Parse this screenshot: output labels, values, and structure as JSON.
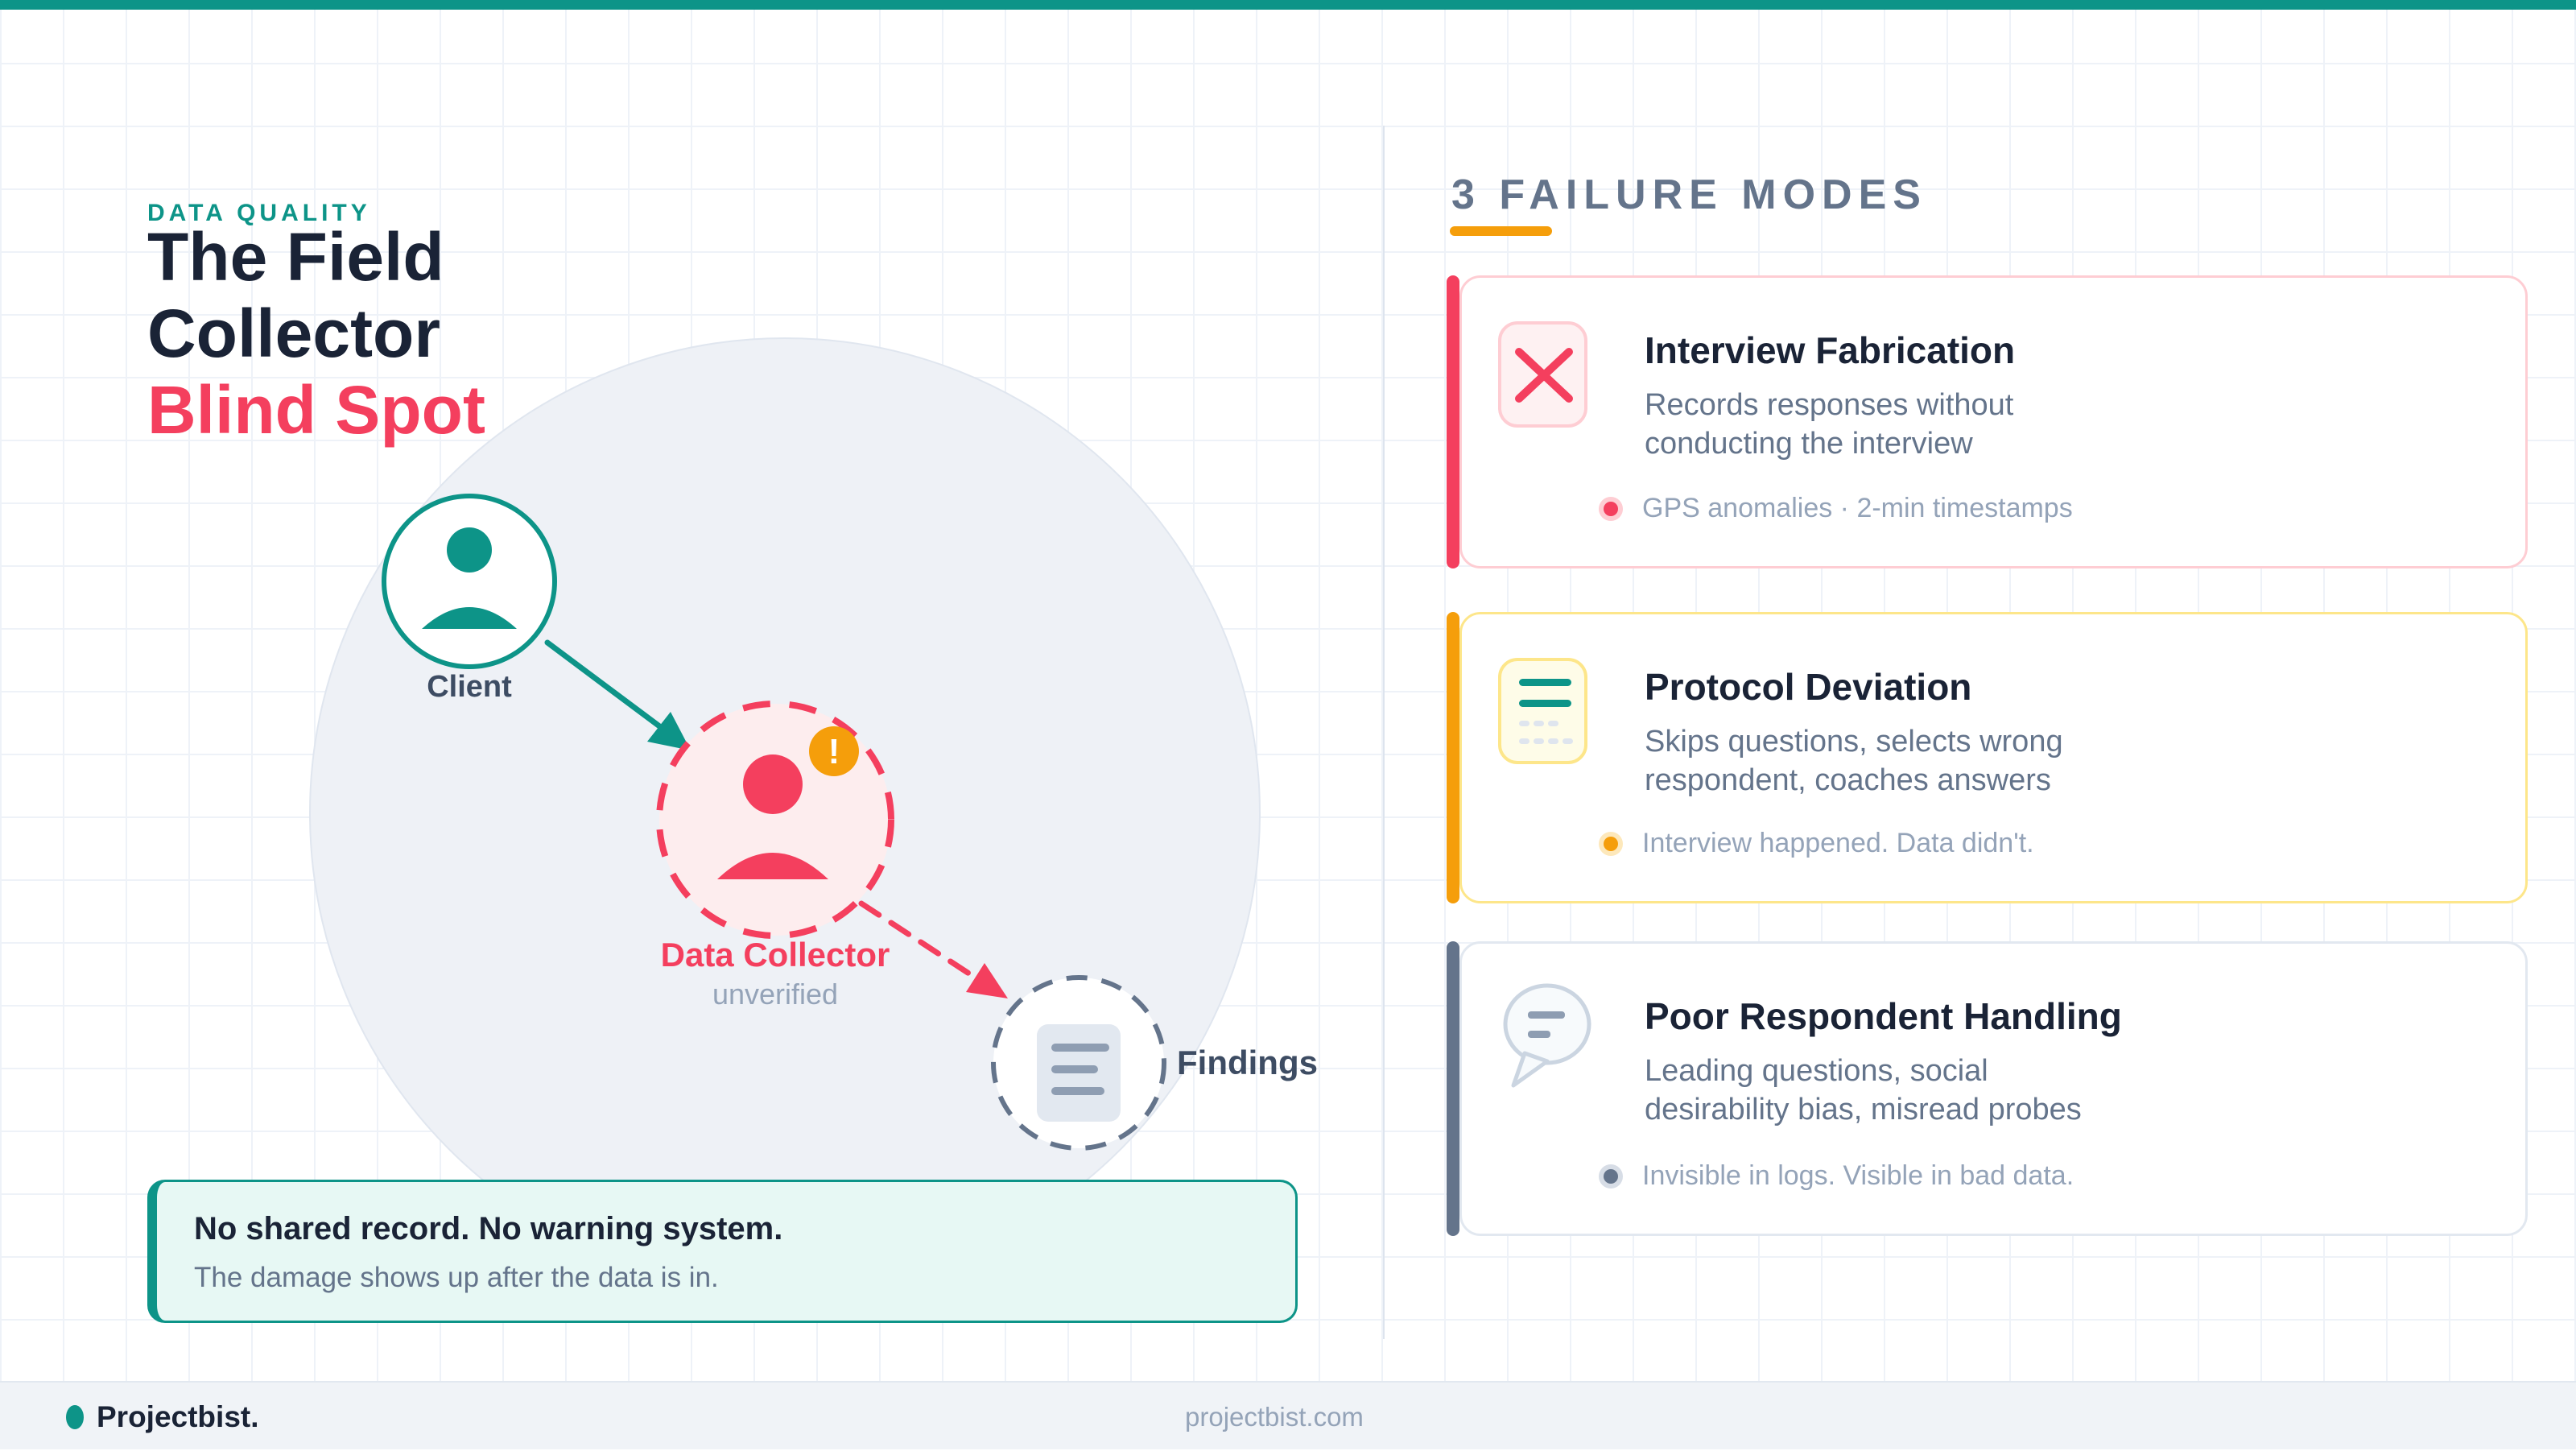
{
  "header": {
    "eyebrow": "DATA QUALITY",
    "title_line1": "The Field",
    "title_line2": "Collector",
    "title_line3": "Blind Spot"
  },
  "diagram": {
    "client": {
      "label": "Client"
    },
    "collector": {
      "label": "Data Collector",
      "sublabel": "unverified",
      "badge": "!"
    },
    "findings": {
      "label": "Findings"
    }
  },
  "callout": {
    "title": "No shared record. No warning system.",
    "subtitle": "The damage shows up after the data is in."
  },
  "failure_modes": {
    "heading": "3 FAILURE MODES",
    "cards": [
      {
        "title": "Interview Fabrication",
        "desc_line1": "Records responses without",
        "desc_line2": "conducting the interview",
        "note": "GPS anomalies · 2-min timestamps",
        "accent_color": "#f43f5e",
        "icon": "x-icon"
      },
      {
        "title": "Protocol Deviation",
        "desc_line1": "Skips questions, selects wrong",
        "desc_line2": "respondent, coaches answers",
        "note": "Interview happened. Data didn't.",
        "accent_color": "#f59e0b",
        "icon": "checklist-icon"
      },
      {
        "title": "Poor Respondent Handling",
        "desc_line1": "Leading questions, social",
        "desc_line2": "desirability bias, misread probes",
        "note": "Invisible in logs. Visible in bad data.",
        "accent_color": "#64748b",
        "icon": "speech-bubble-icon"
      }
    ]
  },
  "footer": {
    "brand": "Projectbist.",
    "site": "projectbist.com"
  },
  "colors": {
    "brand_teal": "#0d9488",
    "rose": "#f43f5e",
    "amber": "#f59e0b",
    "slate": "#64748b",
    "navy": "#1a2336",
    "muted": "#94a3b8",
    "mint_bg": "#e7f8f4"
  }
}
